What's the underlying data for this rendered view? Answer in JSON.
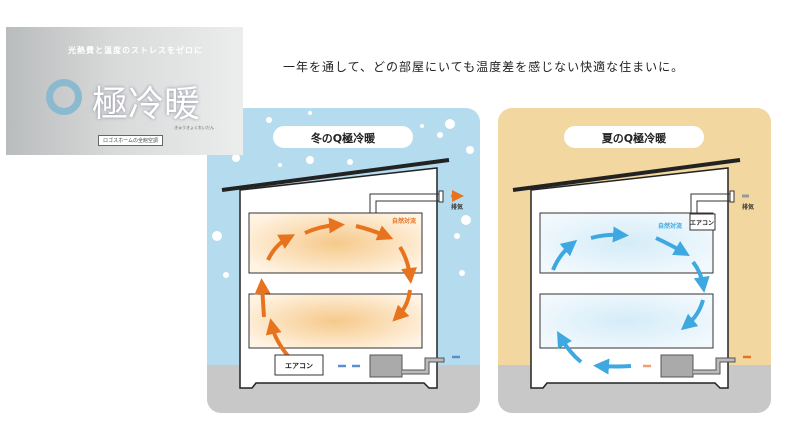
{
  "banner": {
    "tagline": "光熱費と温度のストレスをゼロに",
    "title": "極冷暖",
    "ruby": "きゅうきょくれいだん",
    "subtitle": "ロゴスホームの全館空調"
  },
  "headline": "一年を通して、どの部屋にいても温度差を感じない快適な住まいに。",
  "winter": {
    "title": "冬のQ極冷暖",
    "exhaust": "排気",
    "convection": "自然対流",
    "aircon": "エアコン",
    "bg": "#b5dcee",
    "air": "#e8731f"
  },
  "summer": {
    "title": "夏のQ極冷暖",
    "exhaust": "排気",
    "convection": "自然対流",
    "aircon": "エアコン",
    "bg": "#f3d7a0",
    "air": "#3ea8e0"
  }
}
